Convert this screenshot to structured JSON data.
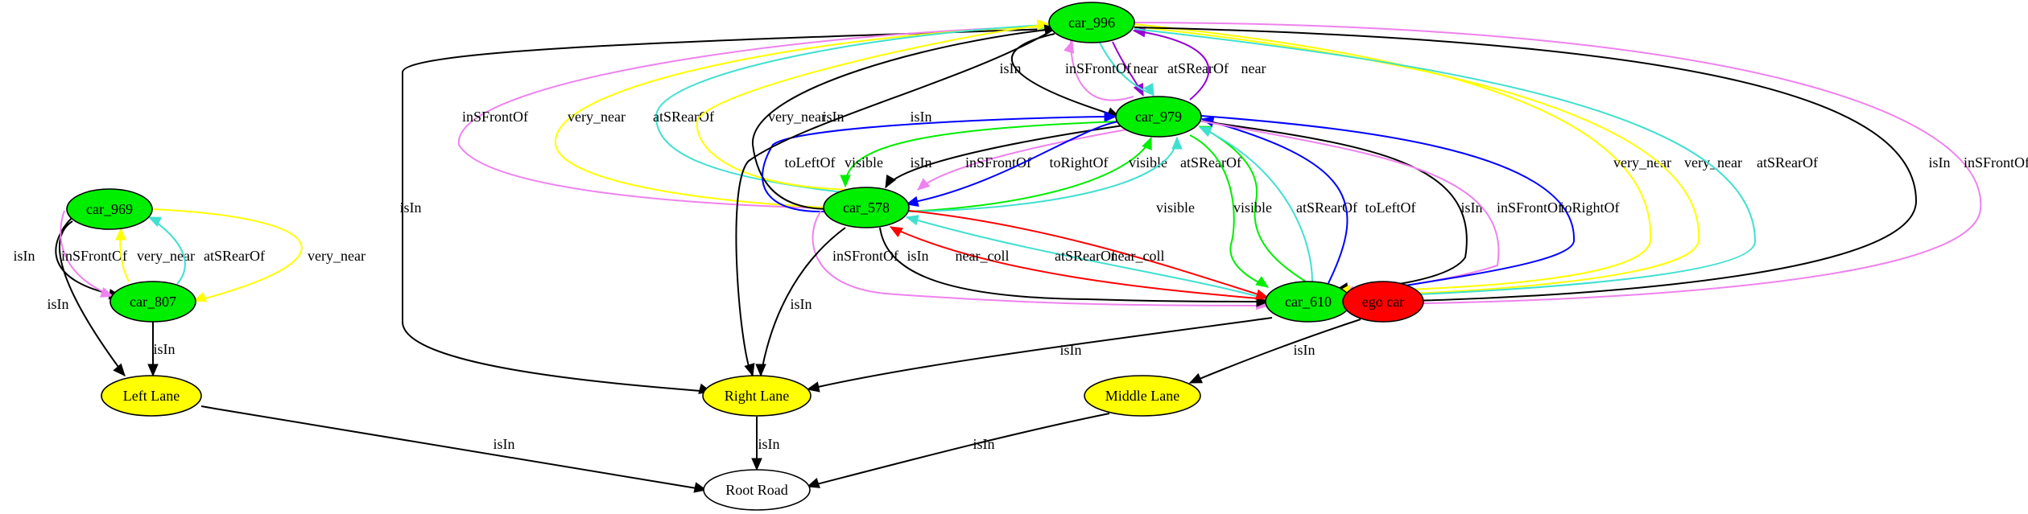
{
  "colors": {
    "car": "#00ee00",
    "ego": "#ff0000",
    "lane": "#ffff00",
    "root": "#ffffff",
    "isIn": "#000000",
    "near": "#9400d3",
    "inSFrontOf": "#ee82ee",
    "atSRearOf": "#40e0d0",
    "very_near": "#ffff00",
    "visible": "#00ee00",
    "toLeftOf": "#0000ff",
    "toRightOf": "#0000ff",
    "near_coll": "#ff0000"
  },
  "nodes": [
    {
      "id": "car_996",
      "label": "car_996",
      "kind": "car"
    },
    {
      "id": "car_979",
      "label": "car_979",
      "kind": "car"
    },
    {
      "id": "car_578",
      "label": "car_578",
      "kind": "car"
    },
    {
      "id": "car_969",
      "label": "car_969",
      "kind": "car"
    },
    {
      "id": "car_807",
      "label": "car_807",
      "kind": "car"
    },
    {
      "id": "car_610",
      "label": "car_610",
      "kind": "car"
    },
    {
      "id": "ego_car",
      "label": "ego car",
      "kind": "ego"
    },
    {
      "id": "left_lane",
      "label": "Left Lane",
      "kind": "lane"
    },
    {
      "id": "right_lane",
      "label": "Right Lane",
      "kind": "lane"
    },
    {
      "id": "middle_lane",
      "label": "Middle Lane",
      "kind": "lane"
    },
    {
      "id": "root_road",
      "label": "Root Road",
      "kind": "root"
    }
  ],
  "edges": [
    {
      "from": "car_996",
      "to": "right_lane",
      "label": "isIn"
    },
    {
      "from": "car_996",
      "to": "car_979",
      "label": "isIn"
    },
    {
      "from": "car_996",
      "to": "car_979",
      "label": "near"
    },
    {
      "from": "car_996",
      "to": "car_979",
      "label": "atSRearOf"
    },
    {
      "from": "car_979",
      "to": "car_996",
      "label": "inSFrontOf"
    },
    {
      "from": "car_979",
      "to": "car_996",
      "label": "near"
    },
    {
      "from": "car_578",
      "to": "car_996",
      "label": "inSFrontOf"
    },
    {
      "from": "car_578",
      "to": "car_996",
      "label": "very_near"
    },
    {
      "from": "car_578",
      "to": "car_996",
      "label": "atSRearOf"
    },
    {
      "from": "car_578",
      "to": "car_996",
      "label": "very_near"
    },
    {
      "from": "car_578",
      "to": "car_996",
      "label": "isIn"
    },
    {
      "from": "car_578",
      "to": "car_979",
      "label": "toLeftOf"
    },
    {
      "from": "car_979",
      "to": "car_578",
      "label": "visible"
    },
    {
      "from": "car_979",
      "to": "car_578",
      "label": "isIn"
    },
    {
      "from": "car_979",
      "to": "car_578",
      "label": "inSFrontOf"
    },
    {
      "from": "car_979",
      "to": "car_578",
      "label": "toRightOf"
    },
    {
      "from": "car_578",
      "to": "car_979",
      "label": "visible"
    },
    {
      "from": "car_578",
      "to": "car_979",
      "label": "atSRearOf"
    },
    {
      "from": "car_610",
      "to": "car_979",
      "label": "visible"
    },
    {
      "from": "car_979",
      "to": "car_610",
      "label": "visible"
    },
    {
      "from": "car_610",
      "to": "car_979",
      "label": "atSRearOf"
    },
    {
      "from": "car_610",
      "to": "car_979",
      "label": "toLeftOf"
    },
    {
      "from": "car_979",
      "to": "car_610",
      "label": "isIn"
    },
    {
      "from": "car_979",
      "to": "car_610",
      "label": "inSFrontOf"
    },
    {
      "from": "car_979",
      "to": "car_610",
      "label": "toRightOf"
    },
    {
      "from": "car_996",
      "to": "car_610",
      "label": "very_near"
    },
    {
      "from": "car_996",
      "to": "car_610",
      "label": "very_near"
    },
    {
      "from": "car_996",
      "to": "car_610",
      "label": "atSRearOf"
    },
    {
      "from": "car_996",
      "to": "car_610",
      "label": "isIn"
    },
    {
      "from": "car_996",
      "to": "car_610",
      "label": "inSFrontOf"
    },
    {
      "from": "car_996",
      "to": "right_lane",
      "label": "isIn"
    },
    {
      "from": "car_578",
      "to": "car_610",
      "label": "inSFrontOf"
    },
    {
      "from": "car_578",
      "to": "car_610",
      "label": "isIn"
    },
    {
      "from": "car_610",
      "to": "car_578",
      "label": "near_coll"
    },
    {
      "from": "car_610",
      "to": "car_578",
      "label": "atSRearOf"
    },
    {
      "from": "car_578",
      "to": "car_610",
      "label": "near_coll"
    },
    {
      "from": "car_578",
      "to": "right_lane",
      "label": "isIn"
    },
    {
      "from": "car_610",
      "to": "right_lane",
      "label": "isIn"
    },
    {
      "from": "ego_car",
      "to": "middle_lane",
      "label": "isIn"
    },
    {
      "from": "car_969",
      "to": "car_807",
      "label": "isIn"
    },
    {
      "from": "car_969",
      "to": "left_lane",
      "label": "isIn"
    },
    {
      "from": "car_969",
      "to": "car_807",
      "label": "inSFrontOf"
    },
    {
      "from": "car_807",
      "to": "car_969",
      "label": "very_near"
    },
    {
      "from": "car_807",
      "to": "car_969",
      "label": "atSRearOf"
    },
    {
      "from": "car_969",
      "to": "car_807",
      "label": "very_near"
    },
    {
      "from": "car_807",
      "to": "left_lane",
      "label": "isIn"
    },
    {
      "from": "left_lane",
      "to": "root_road",
      "label": "isIn"
    },
    {
      "from": "right_lane",
      "to": "root_road",
      "label": "isIn"
    },
    {
      "from": "middle_lane",
      "to": "root_road",
      "label": "isIn"
    }
  ]
}
